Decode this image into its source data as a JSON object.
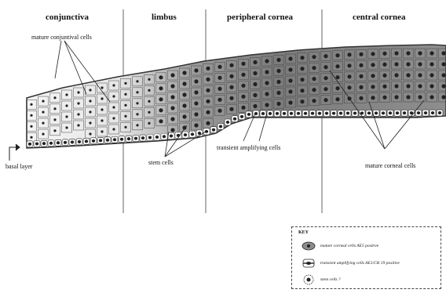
{
  "regions": {
    "conjunctiva": "conjunctiva",
    "limbus": "limbus",
    "peripheral_cornea": "peripheral cornea",
    "central_cornea": "central cornea"
  },
  "labels": {
    "mature_conjunctival_cells": "mature conjuntival cells",
    "basal_layer": "basal layer",
    "stem_cells": "stem cells",
    "transient_amplifying_cells": "transient amplifying cells",
    "mature_corneal_cells": "mature corneal cells"
  },
  "key": {
    "title": "KEY",
    "items": [
      {
        "label": "mature corneal cells  AE5 positive",
        "icon": "mature-corneal-cell-icon"
      },
      {
        "label": "transient amplifying cells  AE1/CK 19 positive",
        "icon": "transient-amplifying-cell-icon"
      },
      {
        "label": "stem cells  ?",
        "icon": "stem-cell-icon"
      }
    ]
  },
  "colors": {
    "line": "#333333",
    "conjunctiva_fill": "#f0f0f0",
    "cornea_fill": "#8c8c8c",
    "cornea_dark": "#6e6e6e",
    "nucleus": "#222222"
  }
}
